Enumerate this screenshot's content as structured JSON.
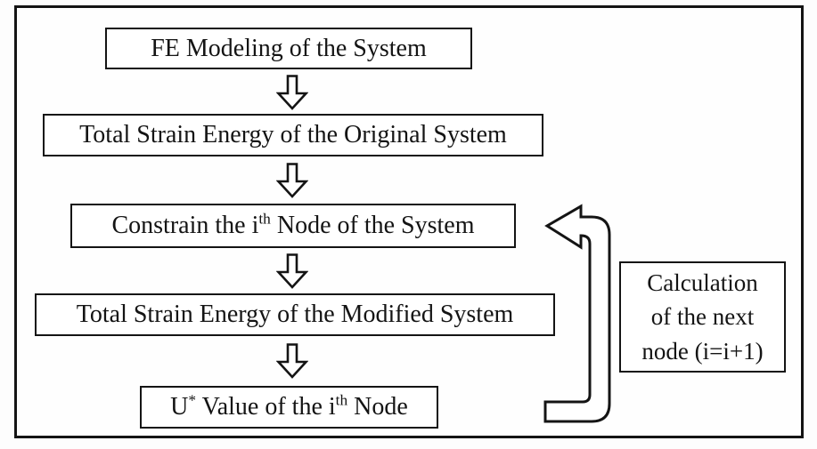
{
  "diagram": {
    "type": "flowchart",
    "colors": {
      "line": "#141414",
      "background": "#ffffff",
      "text": "#141414"
    },
    "flow": {
      "step1": {
        "label": "FE Modeling of the System"
      },
      "step2": {
        "label": "Total Strain Energy of the Original System"
      },
      "step3": {
        "pre": "Constrain the i",
        "sup": "th",
        "post": " Node of the System"
      },
      "step4": {
        "label": "Total Strain Energy of the Modified System"
      },
      "step5": {
        "base": "U",
        "sup_star": "*",
        "mid": " Value of the i",
        "sup_th": "th",
        "post": " Node"
      },
      "loop_label": {
        "line1": "Calculation",
        "line2": "of the next",
        "line3": "node (i=i+1)"
      }
    },
    "icons": {
      "down_arrow": "hollow-down-arrow",
      "loop_arrow": "hollow-loop-back-arrow"
    }
  }
}
